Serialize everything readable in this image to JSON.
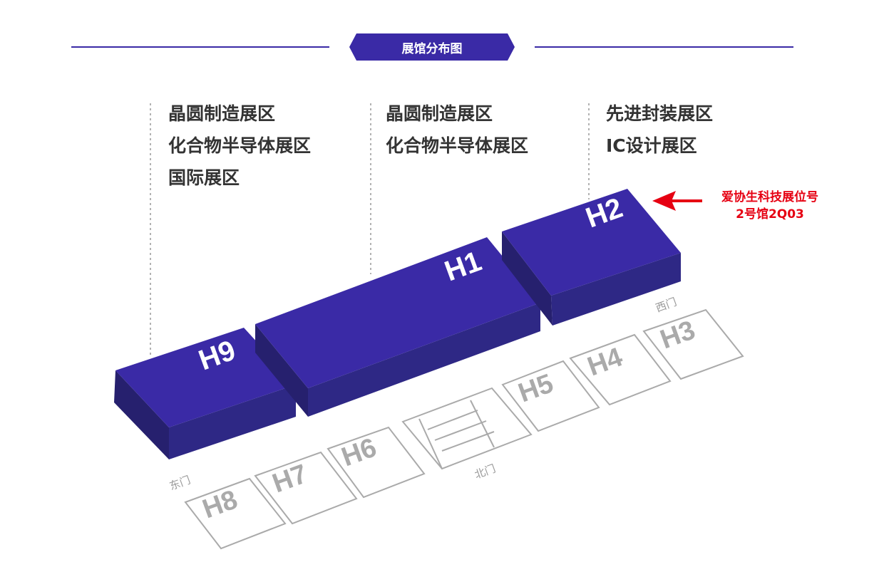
{
  "title": "展馆分布图",
  "zones": [
    {
      "lines": [
        "晶圆制造展区",
        "化合物半导体展区",
        "国际展区"
      ]
    },
    {
      "lines": [
        "晶圆制造展区",
        "化合物半导体展区"
      ]
    },
    {
      "lines": [
        "先进封装展区",
        "IC设计展区"
      ]
    }
  ],
  "halls_highlighted": [
    "H9",
    "H1",
    "H2"
  ],
  "halls_other": [
    "H8",
    "H7",
    "H6",
    "H5",
    "H4",
    "H3"
  ],
  "gates": {
    "east": "东门",
    "north": "北门",
    "west": "西门"
  },
  "annotation": {
    "line1": "爱协生科技展位号",
    "line2": "2号馆2Q03"
  },
  "colors": {
    "accent": "#3a2aa6",
    "annotation": "#e60012"
  }
}
